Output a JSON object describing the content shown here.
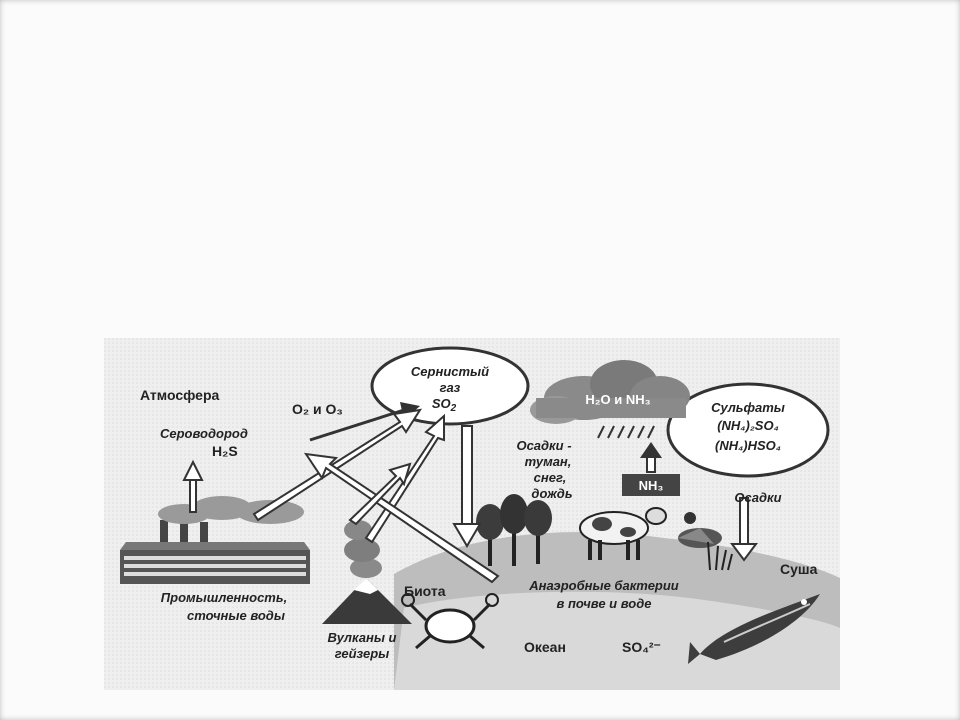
{
  "diagram": {
    "atmosphere": "Атмосфера",
    "so2_line1": "Сернистый",
    "so2_line2": "газ",
    "so2_line3": "SO",
    "so2_sub": "2",
    "oxidants": "O₂ и O₃",
    "h2s_line1": "Сероводород",
    "h2s_line2": "H₂S",
    "cloud_label": "H₂O и NH₃",
    "sulfates_title": "Сульфаты",
    "sulfate1": "(NH₄)₂SO₄",
    "sulfate2": "(NH₄)HSO₄",
    "precip_line1": "Осадки -",
    "precip_line2": "туман,",
    "precip_line3": "снег,",
    "precip_line4": "дождь",
    "nh3_box": "NH₃",
    "precip_land": "Осадки",
    "land": "Суша",
    "biota": "Биота",
    "bacteria_line1": "Анаэробные бактерии",
    "bacteria_line2": "в почве и воде",
    "industry_line1": "Промышленность,",
    "industry_line2": "сточные воды",
    "volcano_line1": "Вулканы и",
    "volcano_line2": "гейзеры",
    "ocean": "Океан",
    "sulfate_ion": "SO₄²⁻"
  }
}
